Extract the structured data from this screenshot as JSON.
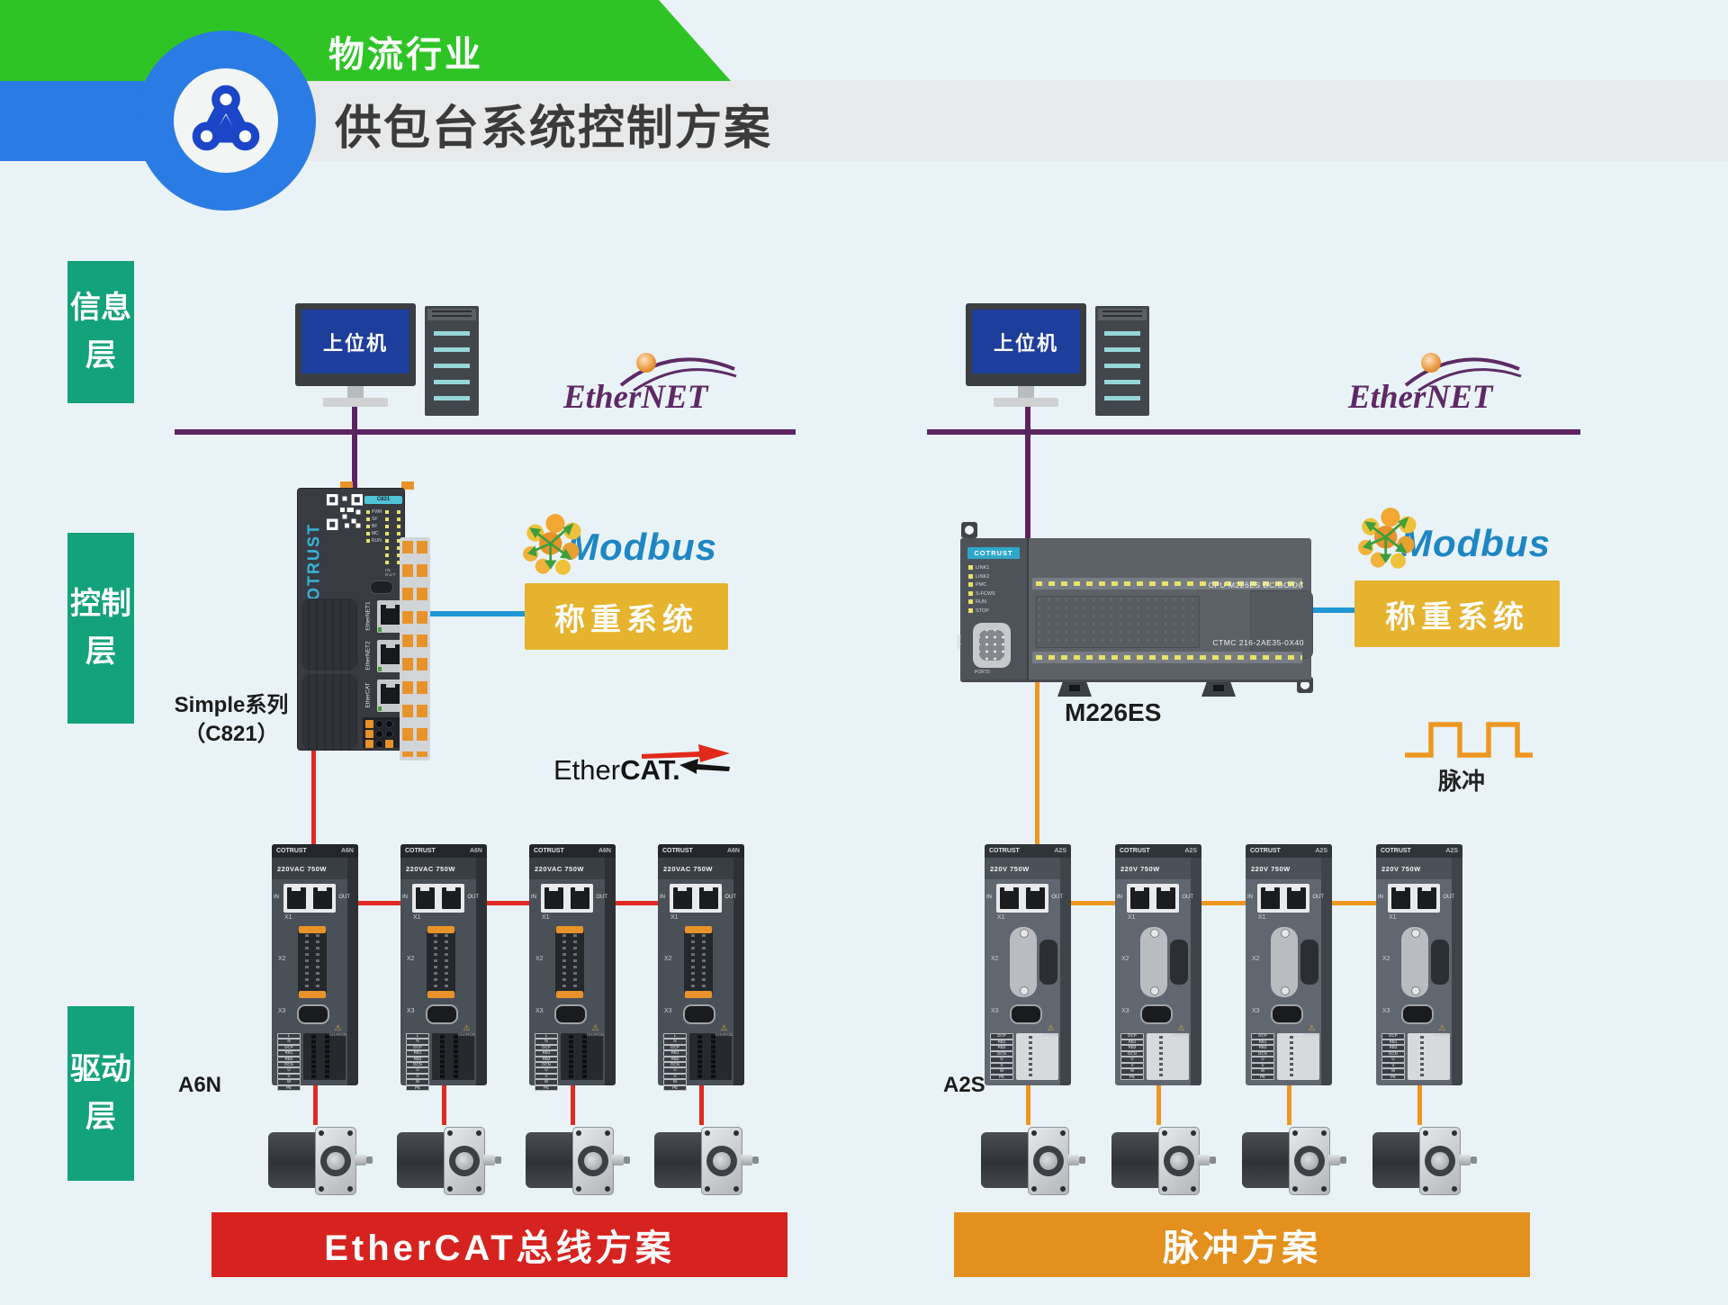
{
  "colors": {
    "header_green": "#2ec426",
    "logo_blue": "#2b7be4",
    "logo_glyph_blue": "#1b46c8",
    "layer_label_green": "#13a27b",
    "ethernet_purple": "#5e2a66",
    "modbus_blue": "#1f86c4",
    "weighing_yellow": "#e6b32e",
    "modbus_link_blue": "#2196d4",
    "ethercat_cable_red": "#e02a21",
    "pulse_cable_orange": "#ee9720",
    "banner_red": "#d6231f",
    "banner_orange": "#e3901e",
    "screen_blue": "#1e3e9c",
    "brand_cyan": "#35b6d9"
  },
  "header": {
    "industry": "物流行业",
    "title": "供包台系统控制方案"
  },
  "layers": {
    "info": "信息层",
    "control": "控制层",
    "drive": "驱动层"
  },
  "logos": {
    "ethernet": "EtherNET",
    "modbus": "Modbus",
    "ethercat_regular": "Ether",
    "ethercat_bold": "CAT."
  },
  "left": {
    "computer": {
      "screen_label": "上位机"
    },
    "plc": {
      "brand": "COTRUST",
      "model": "C821",
      "leds": [
        "PWR",
        "SF",
        "BF",
        "MC",
        "RUN"
      ],
      "io_caption": "IN OUT",
      "ports": [
        "EtherNET1",
        "EtherNET2",
        "EtherCAT"
      ]
    },
    "plc_caption_line1": "Simple系列",
    "plc_caption_line2": "（C821）",
    "weighing_label": "称重系统",
    "drive": {
      "brand": "COTRUST",
      "model": "A6N",
      "spec": "220VAC 750W",
      "in_label": "IN",
      "out_label": "OUT",
      "x1": "X1",
      "x2": "X2",
      "x3": "X3",
      "charge": "CHARGE",
      "terminals": [
        "L",
        "N",
        "DCP",
        "RB1",
        "RB2",
        "DCN",
        "U",
        "V",
        "W",
        "PE"
      ]
    },
    "drive_caption": "A6N",
    "banner": "EtherCAT总线方案"
  },
  "right": {
    "computer": {
      "screen_label": "上位机"
    },
    "plc": {
      "brand": "COTRUST",
      "leds": [
        "LINK1",
        "LINK2",
        "PMC",
        "S-FCWS",
        "RUN",
        "STOP"
      ],
      "cpu_text": "CPU M226ES DC/DC/DC",
      "model_text": "CTMC 216-2AE35-0X40",
      "port_label": "PORT0",
      "port_side_label": "RS485"
    },
    "plc_caption": "M226ES",
    "weighing_label": "称重系统",
    "pulse_label": "脉冲",
    "drive": {
      "brand": "COTRUST",
      "model": "A2S",
      "spec": "220V 750W",
      "in_label": "IN",
      "out_label": "OUT",
      "x1": "X1",
      "x2": "X2",
      "x3": "X3",
      "charge": "CHARGE",
      "terminals": [
        "DCP",
        "RB1",
        "RB2",
        "DCN",
        "U",
        "V",
        "W",
        "PE"
      ]
    },
    "drive_caption": "A2S",
    "banner": "脉冲方案"
  }
}
